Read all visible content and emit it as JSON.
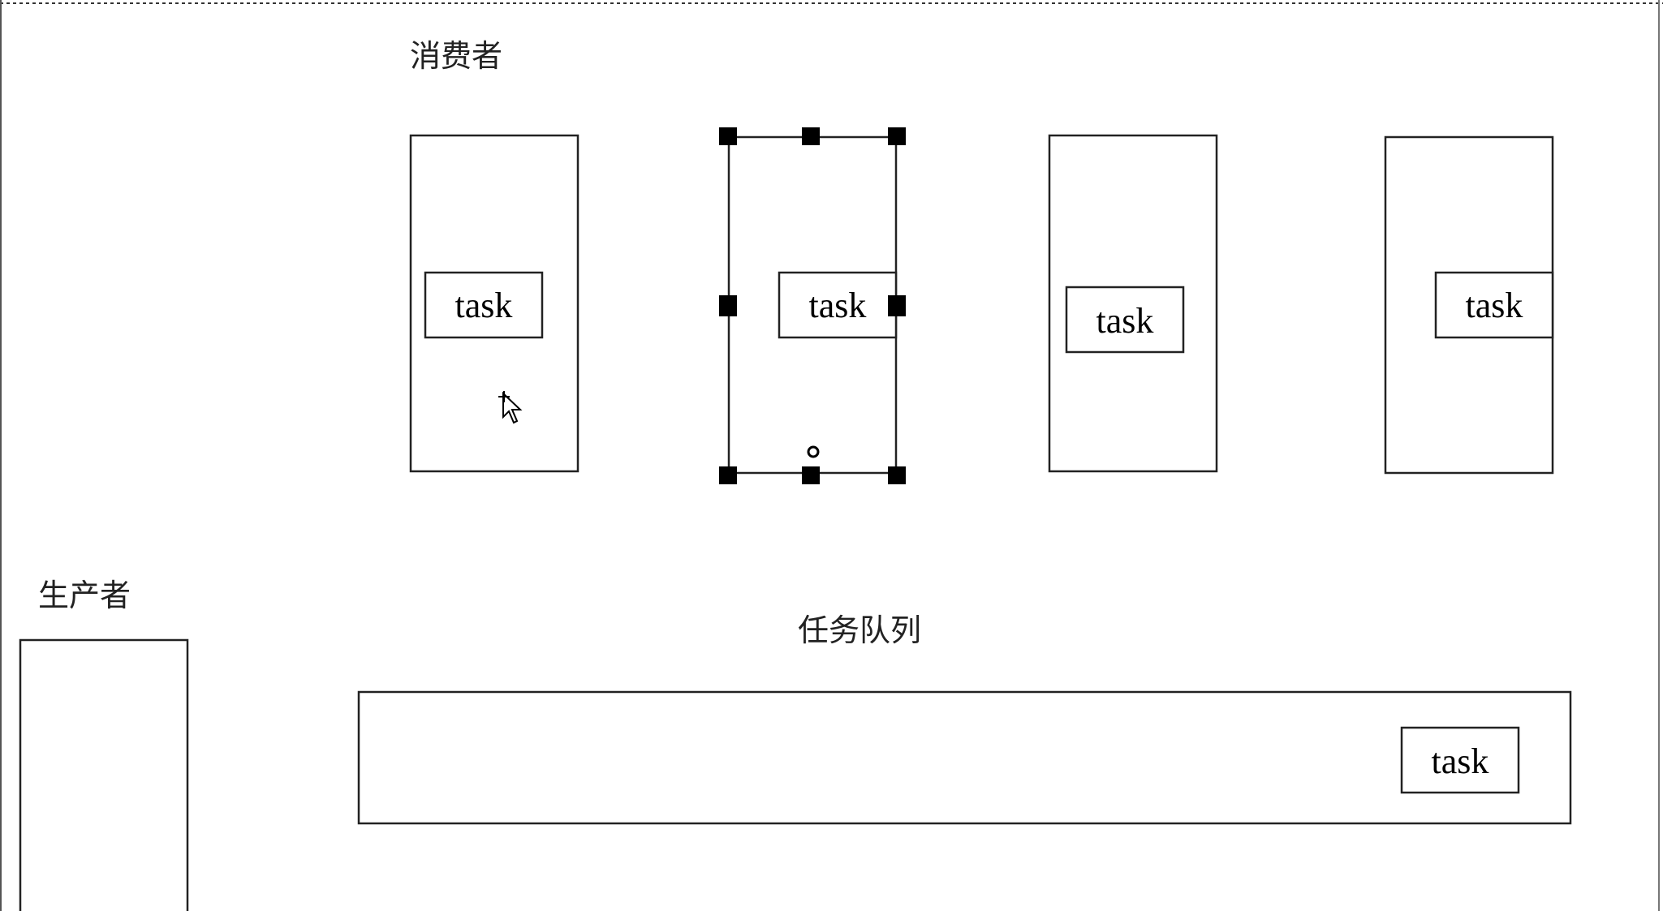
{
  "labels": {
    "consumer": "消费者",
    "producer": "生产者",
    "queue": "任务队列"
  },
  "task_label": "task",
  "consumers": [
    {
      "task": "task",
      "selected": false
    },
    {
      "task": "task",
      "selected": true
    },
    {
      "task": "task",
      "selected": false
    },
    {
      "task": "task",
      "selected": false
    }
  ],
  "queue_items": [
    "task"
  ],
  "colors": {
    "stroke": "#222222",
    "background": "#ffffff",
    "handle": "#000000"
  }
}
